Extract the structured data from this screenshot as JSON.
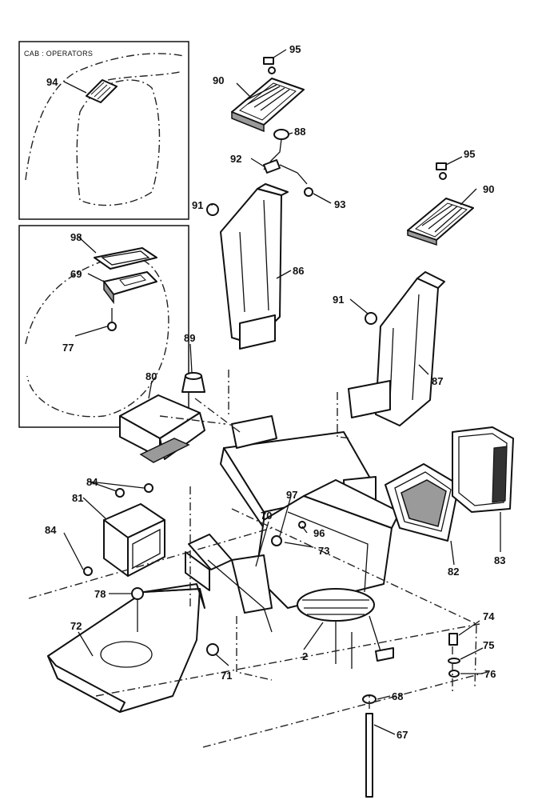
{
  "inset_caption": "CAB : OPERATORS",
  "callouts": [
    "95",
    "90",
    "88",
    "92",
    "93",
    "95",
    "90",
    "91",
    "86",
    "91",
    "87",
    "94",
    "98",
    "69",
    "77",
    "89",
    "80",
    "84",
    "81",
    "84",
    "97",
    "96",
    "70",
    "73",
    "78",
    "72",
    "71",
    "2",
    "74",
    "75",
    "76",
    "68",
    "67",
    "83",
    "82"
  ]
}
